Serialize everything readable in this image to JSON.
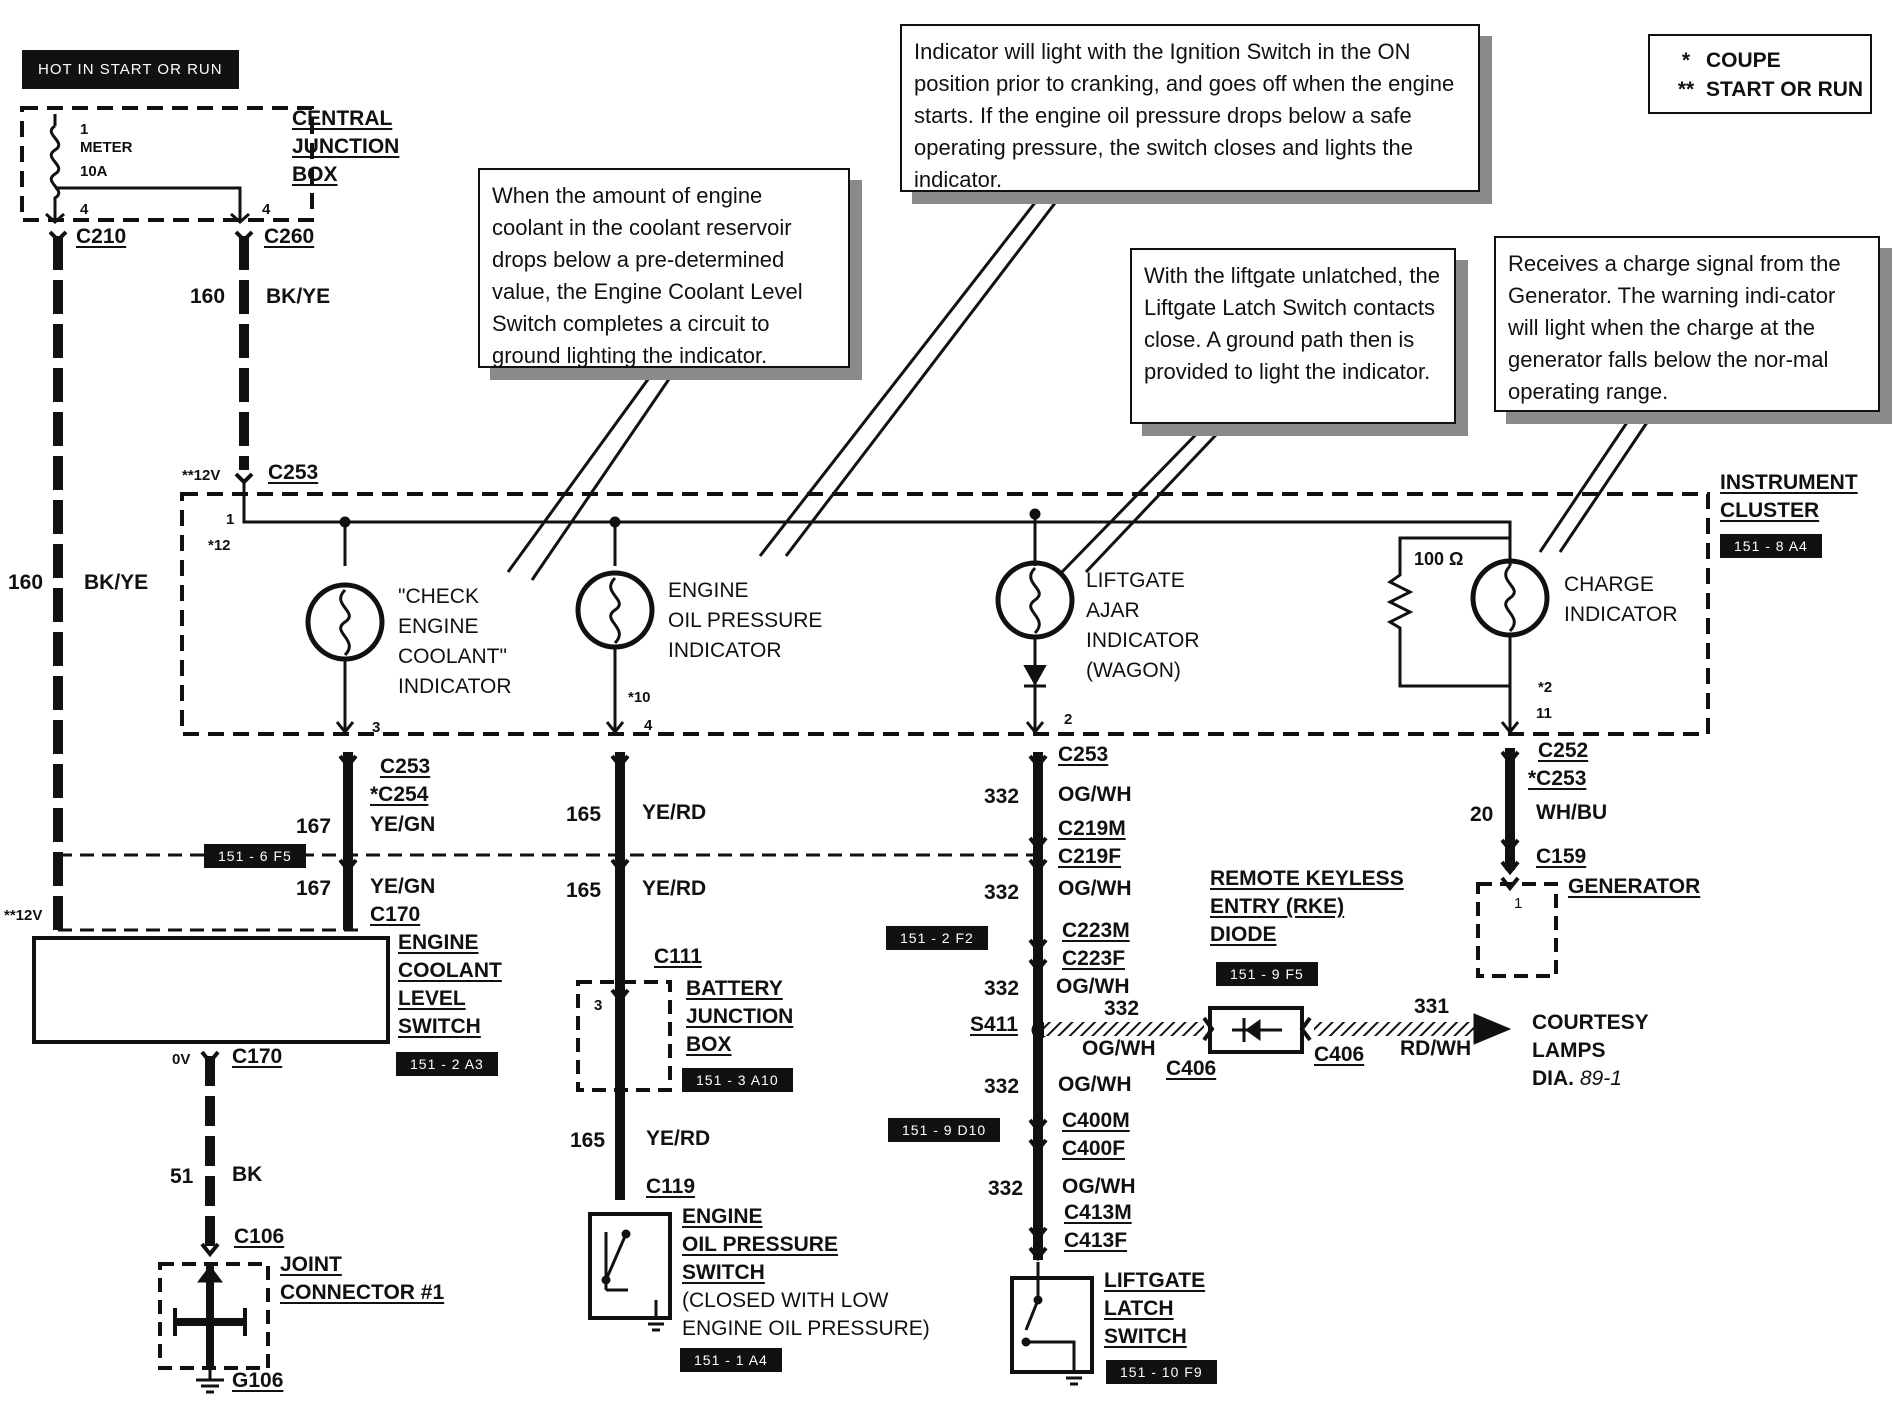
{
  "hot_banner": "HOT IN START OR RUN",
  "legend": [
    {
      "symbol": "*",
      "label": "COUPE"
    },
    {
      "symbol": "**",
      "label": "START OR RUN"
    }
  ],
  "central_junction_box": {
    "title": [
      "CENTRAL",
      "JUNCTION",
      "BOX"
    ],
    "fuse_pin": "1",
    "fuse_name": "METER",
    "fuse_rating": "10A",
    "pin_left": "4",
    "pin_right": "4",
    "conn_left": "C210",
    "conn_right": "C260"
  },
  "left_wire": {
    "circuit": "160",
    "color": "BK/YE",
    "voltage": "**12V"
  },
  "feed_wire": {
    "circuit": "160",
    "color": "BK/YE",
    "connector": "C253",
    "voltage": "**12V",
    "pin": "1",
    "pin_note": "*12"
  },
  "instrument_cluster": {
    "title": [
      "INSTRUMENT",
      "CLUSTER"
    ],
    "ref": "151 - 8 A4"
  },
  "indicators": [
    {
      "label": [
        "\"CHECK",
        "ENGINE",
        "COOLANT\"",
        "INDICATOR"
      ],
      "pin": "3"
    },
    {
      "label": [
        "ENGINE",
        "OIL PRESSURE",
        "INDICATOR"
      ],
      "pin": "4",
      "pin_note": "*10"
    },
    {
      "label": [
        "LIFTGATE",
        "AJAR",
        "INDICATOR",
        "(WAGON)"
      ],
      "pin": "2"
    },
    {
      "label": [
        "CHARGE",
        "INDICATOR"
      ],
      "pin": "11",
      "pin_note": "*2",
      "resistor": "100 Ω"
    }
  ],
  "notes": {
    "coolant": "When the amount of engine coolant in the coolant reservoir drops below a pre-determined value, the Engine Coolant Level Switch completes a circuit to ground lighting the indicator.",
    "oil": "Indicator will light with the Ignition Switch in the ON position prior to cranking, and goes off when the engine starts.  If the engine oil pressure drops below a safe operating pressure, the switch closes and lights the indicator.",
    "liftgate": "With the liftgate unlatched, the Liftgate Latch Switch contacts close.  A ground path then is provided to light the indicator.",
    "charge": "Receives a charge signal from the Generator.  The warning indi-cator will light when the charge at the generator falls below the nor-mal operating range."
  },
  "coolant_branch": {
    "conn1": "C253",
    "conn2": "*C254",
    "circuit1": "167",
    "color1": "YE/GN",
    "ref": "151 - 6 F5",
    "circuit2": "167",
    "color2": "YE/GN",
    "conn3": "C170",
    "switch_title": [
      "ENGINE",
      "COOLANT",
      "LEVEL",
      "SWITCH"
    ],
    "switch_ref": "151 - 2 A3",
    "voltage": "0V",
    "conn4": "C170",
    "circuit3": "51",
    "color3": "BK",
    "conn5": "C106",
    "joint_title": [
      "JOINT",
      "CONNECTOR #1"
    ],
    "ground": "G106"
  },
  "oil_branch": {
    "circuit1": "165",
    "color1": "YE/RD",
    "circuit2": "165",
    "color2": "YE/RD",
    "conn1": "C111",
    "bjb_pin": "3",
    "bjb_title": [
      "BATTERY",
      "JUNCTION",
      "BOX"
    ],
    "bjb_ref": "151 - 3 A10",
    "circuit3": "165",
    "color3": "YE/RD",
    "conn2": "C119",
    "switch_title": [
      "ENGINE",
      "OIL PRESSURE",
      "SWITCH"
    ],
    "switch_note": [
      "(CLOSED WITH LOW",
      "ENGINE OIL PRESSURE)"
    ],
    "switch_ref": "151 - 1 A4"
  },
  "liftgate_branch": {
    "conn1": "C253",
    "circuit1": "332",
    "color1": "OG/WH",
    "conn2a": "C219M",
    "conn2b": "C219F",
    "circuit2": "332",
    "color2": "OG/WH",
    "ref1": "151 - 2 F2",
    "conn3a": "C223M",
    "conn3b": "C223F",
    "circuit3": "332",
    "color3": "OG/WH",
    "splice": "S411",
    "circuit4": "332",
    "color4": "OG/WH",
    "ref2": "151 - 9 D10",
    "conn4a": "C400M",
    "conn4b": "C400F",
    "circuit5": "332",
    "color5": "OG/WH",
    "conn5a": "C413M",
    "conn5b": "C413F",
    "switch_title": [
      "LIFTGATE",
      "LATCH",
      "SWITCH"
    ],
    "switch_ref": "151 - 10 F9"
  },
  "rke": {
    "title": [
      "REMOTE KEYLESS",
      "ENTRY (RKE)",
      "DIODE"
    ],
    "ref": "151 - 9 F5",
    "circuit_in": "332",
    "color_in": "OG/WH",
    "conn_in": "C406",
    "conn_out": "C406",
    "circuit_out": "331",
    "color_out": "RD/WH",
    "dest": [
      "COURTESY",
      "LAMPS"
    ],
    "dest_dia": "DIA.",
    "dest_page": "89-1"
  },
  "charge_branch": {
    "conn1": "C252",
    "conn2": "*C253",
    "circuit": "20",
    "color": "WH/BU",
    "conn3": "C159",
    "gen_title": "GENERATOR",
    "gen_pin": "1"
  }
}
